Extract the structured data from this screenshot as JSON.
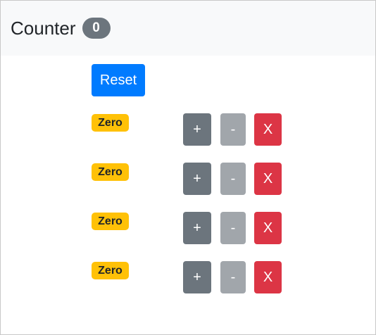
{
  "navbar": {
    "title": "Counter",
    "total_count": "0"
  },
  "reset_label": "Reset",
  "colors": {
    "primary": "#007bff",
    "secondary": "#6c757d",
    "secondary_disabled": "#a1a6ab",
    "warning": "#ffc107",
    "danger": "#dc3545",
    "navbar_bg": "#f8f9fa"
  },
  "counters": [
    {
      "badge": "Zero",
      "increment_label": "+",
      "decrement_label": "-",
      "delete_label": "X"
    },
    {
      "badge": "Zero",
      "increment_label": "+",
      "decrement_label": "-",
      "delete_label": "X"
    },
    {
      "badge": "Zero",
      "increment_label": "+",
      "decrement_label": "-",
      "delete_label": "X"
    },
    {
      "badge": "Zero",
      "increment_label": "+",
      "decrement_label": "-",
      "delete_label": "X"
    }
  ]
}
